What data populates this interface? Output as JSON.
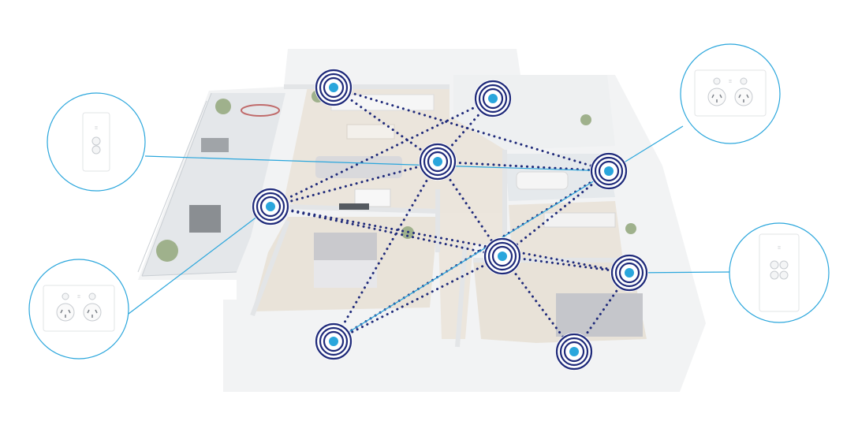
{
  "colors": {
    "background": "#ffffff",
    "link_dots": "#1f2a7a",
    "node_ring": "#1f2a7a",
    "node_core": "#2aa6dc",
    "callout_line": "#2aa6dc",
    "floor_wood": "#e8e1d6",
    "floor_tile": "#e3e6e8",
    "wall": "#f4f5f6"
  },
  "nodes": [
    {
      "id": "n1",
      "device": "switch-node"
    },
    {
      "id": "n2",
      "device": "switch-node"
    },
    {
      "id": "n3",
      "device": "hub-node"
    },
    {
      "id": "n4",
      "device": "powerpoint-node"
    },
    {
      "id": "n5",
      "device": "switch-node"
    },
    {
      "id": "n6",
      "device": "hub-node"
    },
    {
      "id": "n7",
      "device": "switch-node"
    },
    {
      "id": "n8",
      "device": "powerpoint-node"
    },
    {
      "id": "n9",
      "device": "switch-node"
    }
  ],
  "links": [
    [
      "n1",
      "n3"
    ],
    [
      "n2",
      "n3"
    ],
    [
      "n2",
      "n4"
    ],
    [
      "n3",
      "n4"
    ],
    [
      "n3",
      "n5"
    ],
    [
      "n3",
      "n6"
    ],
    [
      "n3",
      "n8"
    ],
    [
      "n4",
      "n6"
    ],
    [
      "n4",
      "n7"
    ],
    [
      "n5",
      "n6"
    ],
    [
      "n5",
      "n8"
    ],
    [
      "n6",
      "n7"
    ],
    [
      "n6",
      "n8"
    ],
    [
      "n6",
      "n9"
    ],
    [
      "n7",
      "n9"
    ],
    [
      "n1",
      "n5"
    ]
  ],
  "callouts": [
    {
      "id": "c1",
      "device": "single-switch-2-button",
      "target": "n5"
    },
    {
      "id": "c2",
      "device": "double-powerpoint",
      "target": "n8"
    },
    {
      "id": "c3",
      "device": "double-powerpoint",
      "target": "n4"
    },
    {
      "id": "c4",
      "device": "switch-4-button",
      "target": "n7"
    }
  ]
}
